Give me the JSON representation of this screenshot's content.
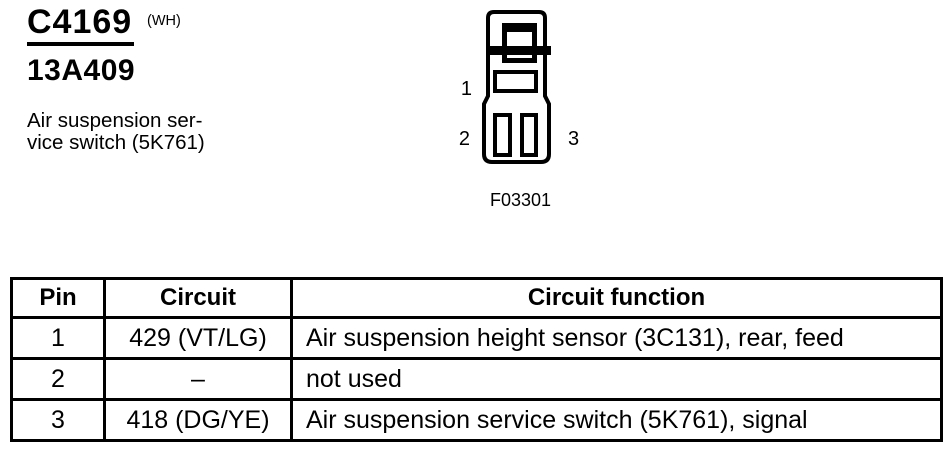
{
  "header": {
    "connector_id": "C4169",
    "connector_color": "(WH)",
    "part_number": "13A409",
    "description_line1": "Air suspension ser-",
    "description_line2": "vice switch (5K761)"
  },
  "figure": {
    "pin1_label": "1",
    "pin2_label": "2",
    "pin3_label": "3",
    "caption": "F03301"
  },
  "table": {
    "headers": {
      "pin": "Pin",
      "circuit": "Circuit",
      "function": "Circuit function"
    },
    "rows": [
      {
        "pin": "1",
        "circuit": "429 (VT/LG)",
        "function": "Air suspension height sensor (3C131), rear, feed"
      },
      {
        "pin": "2",
        "circuit": "–",
        "function": "not used"
      },
      {
        "pin": "3",
        "circuit": "418 (DG/YE)",
        "function": "Air suspension service switch (5K761), signal"
      }
    ]
  },
  "colors": {
    "ink": "#000000",
    "paper": "#ffffff"
  }
}
